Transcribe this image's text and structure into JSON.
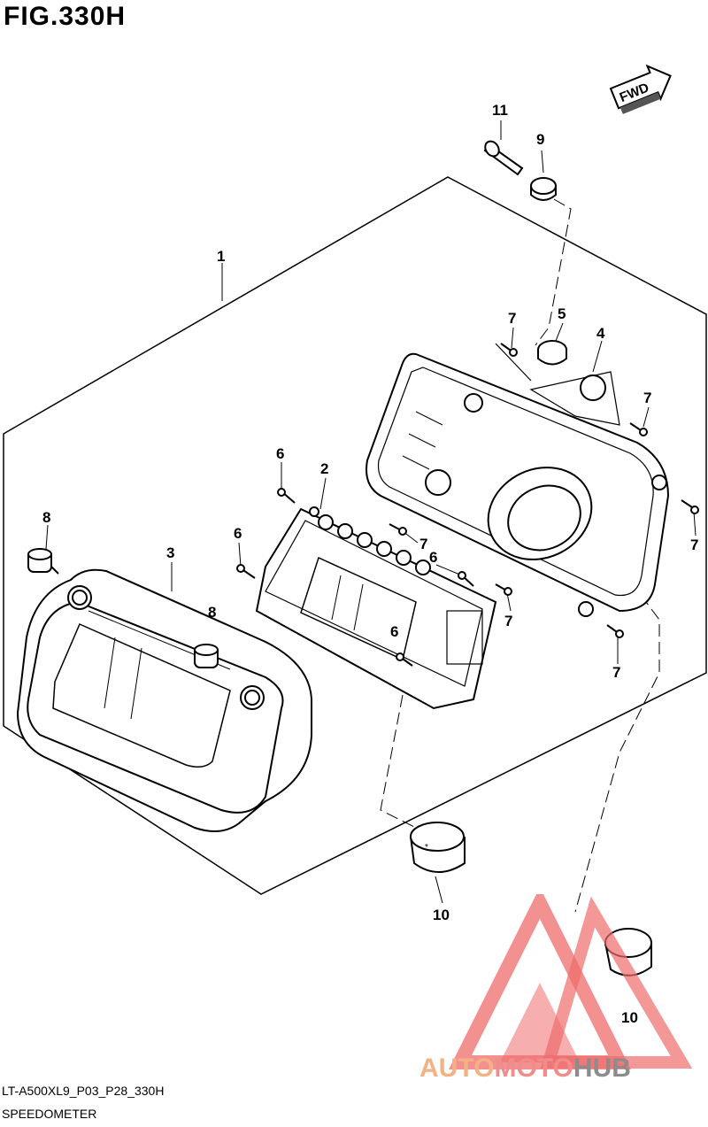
{
  "figure": {
    "title": "FIG.330H",
    "direction_tag": "FWD"
  },
  "callouts": [
    {
      "id": "c1",
      "label": "1"
    },
    {
      "id": "c2",
      "label": "2"
    },
    {
      "id": "c3",
      "label": "3"
    },
    {
      "id": "c4",
      "label": "4"
    },
    {
      "id": "c5",
      "label": "5"
    },
    {
      "id": "c6a",
      "label": "6"
    },
    {
      "id": "c6b",
      "label": "6"
    },
    {
      "id": "c6c",
      "label": "6"
    },
    {
      "id": "c6d",
      "label": "6"
    },
    {
      "id": "c7a",
      "label": "7"
    },
    {
      "id": "c7b",
      "label": "7"
    },
    {
      "id": "c7c",
      "label": "7"
    },
    {
      "id": "c7d",
      "label": "7"
    },
    {
      "id": "c7e",
      "label": "7"
    },
    {
      "id": "c7f",
      "label": "7"
    },
    {
      "id": "c8a",
      "label": "8"
    },
    {
      "id": "c8b",
      "label": "8"
    },
    {
      "id": "c9",
      "label": "9"
    },
    {
      "id": "c10a",
      "label": "10"
    },
    {
      "id": "c10b",
      "label": "10"
    },
    {
      "id": "c11",
      "label": "11"
    }
  ],
  "footer": {
    "code": "LT-A500XL9_P03_P28_330H",
    "name": "SPEEDOMETER"
  },
  "watermark": {
    "part1": "AUTO",
    "part2": "MOTO",
    "part3": "HUB"
  },
  "colors": {
    "line": "#000000",
    "watermark_red": "#ef6b6b",
    "watermark_orange": "#f4b183",
    "watermark_gray": "#8c8c8c"
  }
}
